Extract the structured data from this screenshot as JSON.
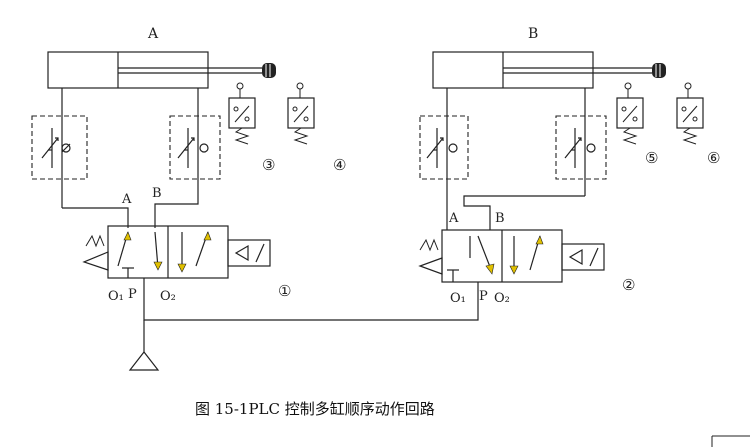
{
  "cylinders": {
    "a": {
      "label": "A"
    },
    "b": {
      "label": "B"
    }
  },
  "valves": {
    "v1": {
      "port_a": "A",
      "port_b": "B",
      "port_o1": "O₁",
      "port_p": "P",
      "port_o2": "O₂",
      "number": "①"
    },
    "v2": {
      "port_a": "A",
      "port_b": "B",
      "port_o1": "O₁",
      "port_p": "P",
      "port_o2": "O₂",
      "number": "②"
    }
  },
  "switches": {
    "s3": {
      "number": "③"
    },
    "s4": {
      "number": "④"
    },
    "s5": {
      "number": "⑤"
    },
    "s6": {
      "number": "⑥"
    }
  },
  "caption": "图 15-1PLC 控制多缸顺序动作回路",
  "colors": {
    "line": "#222222",
    "arrow_fill": "#e0c000",
    "background": "#ffffff"
  }
}
